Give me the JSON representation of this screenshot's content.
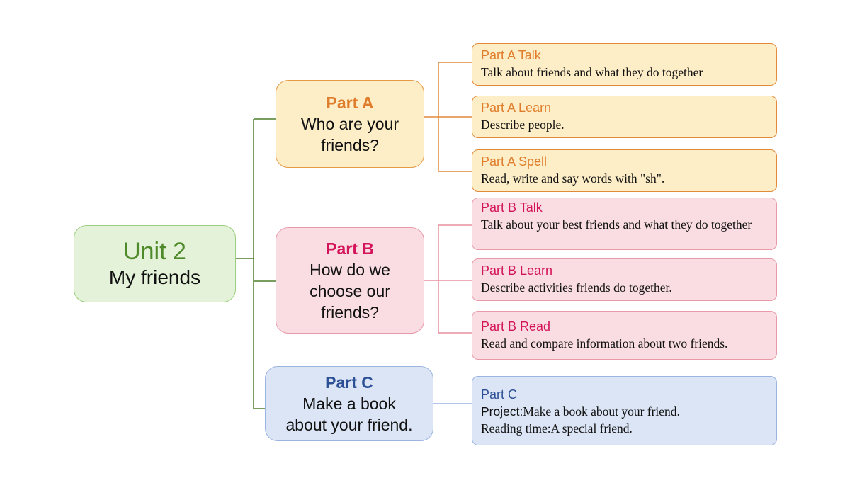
{
  "root": {
    "title": "Unit 2",
    "subtitle": "My friends"
  },
  "parts": {
    "a": {
      "title": "Part A",
      "question_line1": "Who are your",
      "question_line2": "friends?"
    },
    "b": {
      "title": "Part B",
      "question_line1": "How do we",
      "question_line2": "choose our",
      "question_line3": "friends?"
    },
    "c": {
      "title": "Part C",
      "question_line1": "Make a book",
      "question_line2": "about your friend."
    }
  },
  "leaves": {
    "a_talk": {
      "title": "Part A Talk",
      "desc": "Talk about friends and what they do together"
    },
    "a_learn": {
      "title": "Part A Learn",
      "desc": "Describe people."
    },
    "a_spell": {
      "title": "Part A Spell",
      "desc": "Read, write and say words  with  \"sh\"."
    },
    "b_talk": {
      "title": "Part B Talk",
      "desc": "Talk about your best friends and what they do together"
    },
    "b_learn": {
      "title": "Part B Learn",
      "desc": "Describe activities friends do together."
    },
    "b_read": {
      "title": "Part B Read",
      "desc": "Read and compare information about two friends."
    },
    "c": {
      "title": "Part C",
      "project_label": "Project:",
      "project_text": "Make a book about your friend.",
      "reading_label": "Reading time:",
      "reading_text": "A special friend."
    }
  },
  "colors": {
    "root_line": "#4f7d2c",
    "part_a_line": "#e08a3a",
    "part_b_line": "#e8909f",
    "part_c_line": "#9bb4e0"
  }
}
